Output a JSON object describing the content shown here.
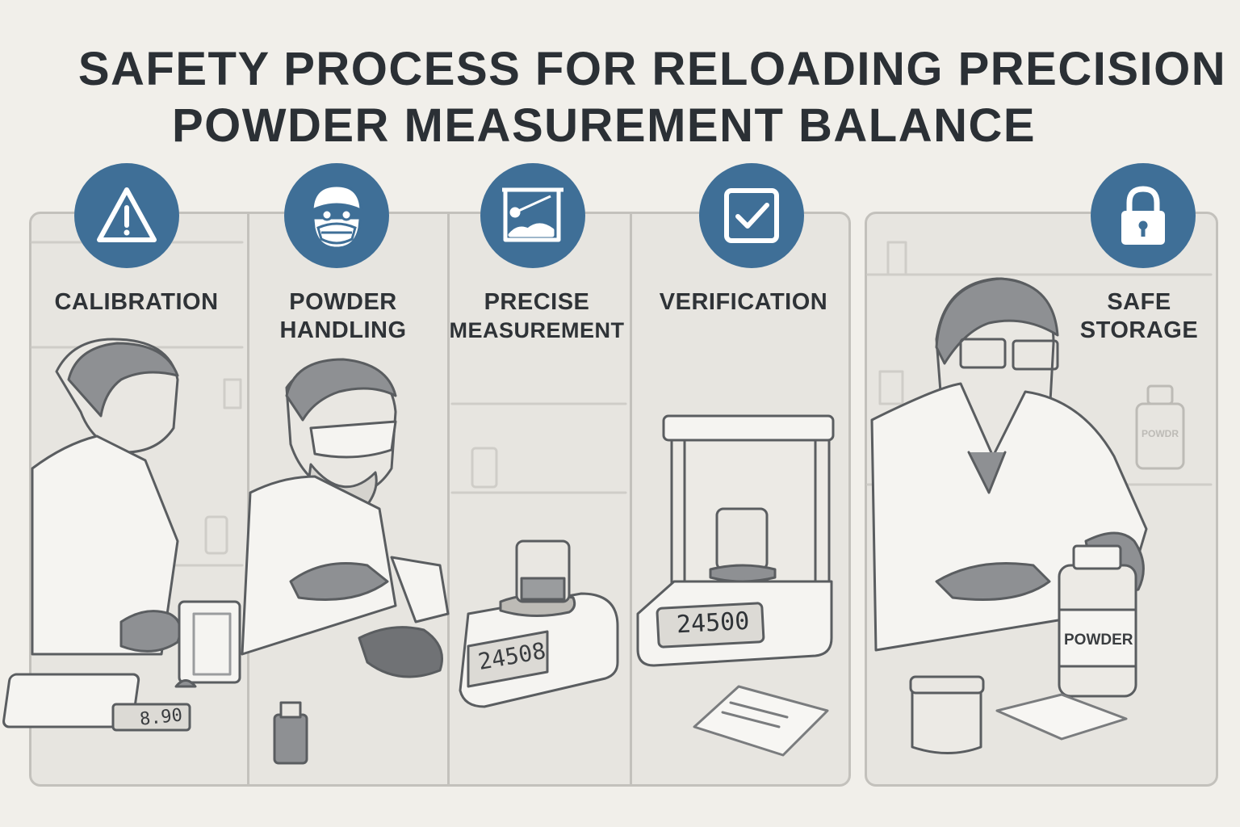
{
  "title": {
    "line1": "SAFETY PROCESS FOR RELOADING PRECISION",
    "line2": "POWDER MEASUREMENT BALANCE"
  },
  "steps": [
    {
      "label_line1": "CALIBRATION",
      "label_line2": "",
      "icon": "warning-icon"
    },
    {
      "label_line1": "POWDER",
      "label_line2": "HANDLING",
      "icon": "mask-icon"
    },
    {
      "label_line1": "PRECISE",
      "label_line2": "MEASUREMENT",
      "icon": "balance-icon"
    },
    {
      "label_line1": "VERIFICATION",
      "label_line2": "",
      "icon": "checkbox-icon"
    },
    {
      "label_line1": "SAFE",
      "label_line2": "STORAGE",
      "icon": "lock-icon"
    }
  ],
  "displays": {
    "calibration": "8.90",
    "measurement": "24508",
    "verification": "24500"
  },
  "labels": {
    "bottle": "POWDER",
    "shelf_bottle": "POWDR"
  },
  "colors": {
    "background": "#f1efea",
    "panel": "#e7e5e0",
    "accent": "#3f6f97",
    "text": "#2b3035"
  }
}
